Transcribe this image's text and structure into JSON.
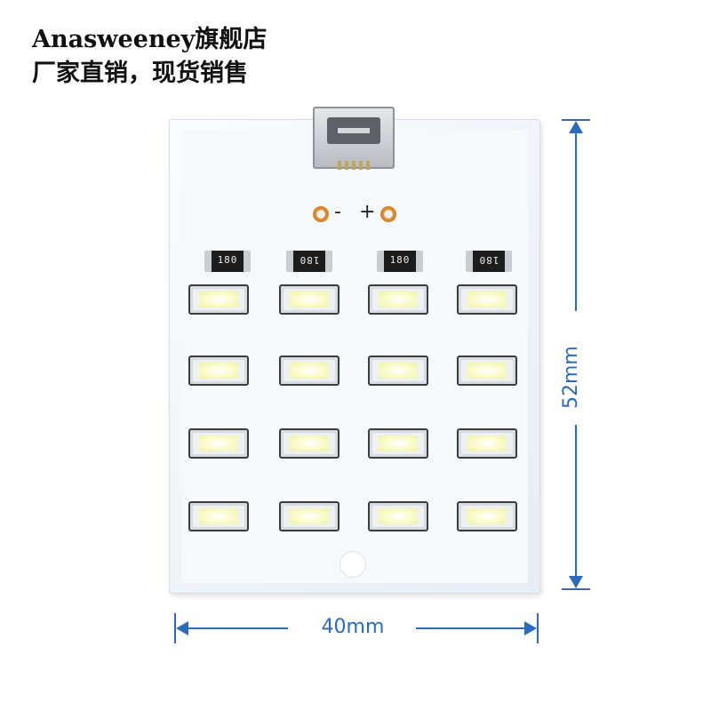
{
  "header": {
    "line1": "Anasweeney旗舰店",
    "line2": "厂家直销，现货销售"
  },
  "board": {
    "polarity_minus": "-",
    "polarity_plus": "+",
    "resistors": [
      "180",
      "180",
      "180",
      "180"
    ]
  },
  "dimensions": {
    "height_label": "52mm",
    "width_label": "40mm"
  },
  "colors": {
    "dimension": "#2a6bbd",
    "header_text": "#111111"
  }
}
